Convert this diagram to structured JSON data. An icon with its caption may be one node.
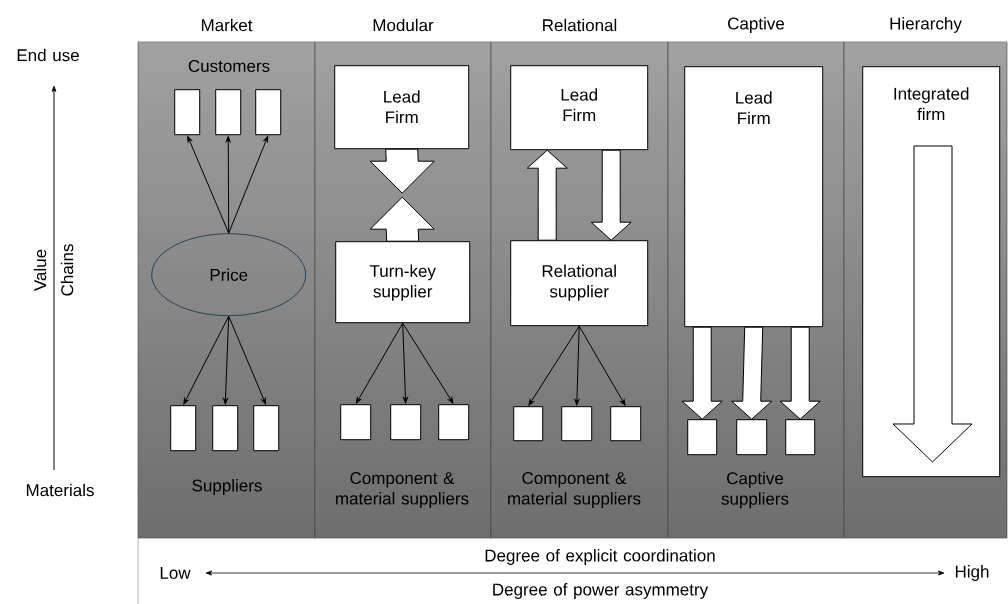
{
  "diagram": {
    "nodes": [
      {
        "text": [
          "Market"
        ]
      },
      {
        "text": [],
        "shape": "box",
        "in": 0
      },
      {
        "text": [],
        "shape": "box",
        "in": 0
      },
      {
        "text": [],
        "shape": "box",
        "in": 0
      },
      {
        "text": [
          "Price"
        ],
        "in": 0
      },
      {
        "text": [],
        "shape": "box",
        "in": 0
      },
      {
        "text": [],
        "shape": "box",
        "in": 0
      },
      {
        "text": [],
        "shape": "box",
        "in": 0
      },
      {
        "text": [
          "Modular"
        ]
      },
      {
        "text": [
          "Lead Firm"
        ],
        "in": 8
      },
      {
        "text": [
          "Turn-key supplier"
        ],
        "in": 8
      },
      {
        "text": [],
        "shape": "box",
        "in": 8
      },
      {
        "text": [],
        "shape": "box",
        "in": 8
      },
      {
        "text": [],
        "shape": "box",
        "in": 8
      },
      {
        "text": [
          "Relational"
        ]
      },
      {
        "text": [
          "Lead Firm"
        ],
        "in": 14
      },
      {
        "text": [
          "Relational supplier"
        ],
        "in": 14
      },
      {
        "text": [],
        "shape": "box",
        "in": 14
      },
      {
        "text": [],
        "shape": "box",
        "in": 14
      },
      {
        "text": [],
        "shape": "box",
        "in": 14
      },
      {
        "text": [
          "Captive"
        ]
      },
      {
        "text": [
          "Lead Firm"
        ],
        "in": 20
      },
      {
        "text": [],
        "shape": "box",
        "in": 20
      },
      {
        "text": [],
        "shape": "box",
        "in": 20
      },
      {
        "text": [],
        "shape": "box",
        "in": 20
      },
      {
        "text": [
          "Hierarchy"
        ]
      },
      {
        "text": [
          "Integrated firm"
        ],
        "in": 25
      }
    ],
    "edges": [
      {
        "from": 4,
        "to": 1,
        "arrow": "to"
      },
      {
        "from": 4,
        "to": 2,
        "arrow": "to"
      },
      {
        "from": 4,
        "to": 3,
        "arrow": "to"
      },
      {
        "from": 4,
        "to": 5,
        "arrow": "to"
      },
      {
        "from": 4,
        "to": 6,
        "arrow": "to"
      },
      {
        "from": 4,
        "to": 7,
        "arrow": "to"
      },
      {
        "from": 9,
        "to": 10,
        "arrow": "to",
        "style": "thick"
      },
      {
        "from": 10,
        "to": 9,
        "arrow": "to",
        "style": "thick"
      },
      {
        "from": 10,
        "to": 11,
        "arrow": "to"
      },
      {
        "from": 10,
        "to": 12,
        "arrow": "to"
      },
      {
        "from": 10,
        "to": 13,
        "arrow": "to"
      },
      {
        "from": 16,
        "to": 15,
        "arrow": "to",
        "style": "thick"
      },
      {
        "from": 15,
        "to": 16,
        "arrow": "to",
        "style": "thick"
      },
      {
        "from": 16,
        "to": 17,
        "arrow": "to"
      },
      {
        "from": 16,
        "to": 18,
        "arrow": "to"
      },
      {
        "from": 16,
        "to": 19,
        "arrow": "to"
      },
      {
        "from": 21,
        "to": 22,
        "arrow": "to",
        "style": "thick"
      },
      {
        "from": 21,
        "to": 23,
        "arrow": "to",
        "style": "thick"
      },
      {
        "from": 21,
        "to": 24,
        "arrow": "to",
        "style": "thick"
      }
    ],
    "labels": [
      "End use",
      "Customers",
      "Value",
      "Chains",
      "Suppliers",
      "Component & material suppliers",
      "Component & material suppliers",
      "Captive suppliers",
      "Materials",
      "Degree of explicit coordination",
      "Low",
      "High",
      "Degree of power asymmetry"
    ]
  }
}
